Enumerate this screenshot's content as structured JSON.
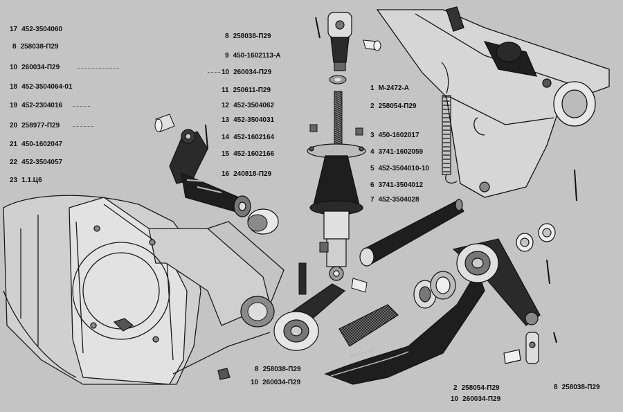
{
  "labels": {
    "l17": {
      "num": "17",
      "part": "452-3504060"
    },
    "l8a": {
      "num": "8",
      "part": "258038-П29"
    },
    "l10a": {
      "num": "10",
      "part": "260034-П29"
    },
    "l18": {
      "num": "18",
      "part": "452-3504064-01"
    },
    "l19": {
      "num": "19",
      "part": "452-2304016"
    },
    "l20": {
      "num": "20",
      "part": "258977-П29"
    },
    "l21": {
      "num": "21",
      "part": "450-1602047"
    },
    "l22": {
      "num": "22",
      "part": "452-3504057"
    },
    "l23": {
      "num": "23",
      "part": "1.1.Ц6"
    },
    "l8b": {
      "num": "8",
      "part": "258038-П29"
    },
    "l9": {
      "num": "9",
      "part": "450-1602113-А"
    },
    "l10b": {
      "num": "10",
      "part": "260034-П29"
    },
    "l11": {
      "num": "11",
      "part": "250611-П29"
    },
    "l12": {
      "num": "12",
      "part": "452-3504062"
    },
    "l13": {
      "num": "13",
      "part": "452-3504031"
    },
    "l14": {
      "num": "14",
      "part": "452-1602164"
    },
    "l15": {
      "num": "15",
      "part": "452-1602166"
    },
    "l16": {
      "num": "16",
      "part": "240818-П29"
    },
    "l1": {
      "num": "1",
      "part": "М-2472-А"
    },
    "l2a": {
      "num": "2",
      "part": "258054-П29"
    },
    "l3": {
      "num": "3",
      "part": "450-1602017"
    },
    "l4": {
      "num": "4",
      "part": "3741-1602059"
    },
    "l5": {
      "num": "5",
      "part": "452-3504010-10"
    },
    "l6": {
      "num": "6",
      "part": "3741-3504012"
    },
    "l7": {
      "num": "7",
      "part": "452-3504028"
    },
    "l8c": {
      "num": "8",
      "part": "258038-П29"
    },
    "l10c": {
      "num": "10",
      "part": "260034-П29"
    },
    "l2b": {
      "num": "2",
      "part": "258054-П29"
    },
    "l10d": {
      "num": "10",
      "part": "260034-П29"
    },
    "l8d": {
      "num": "8",
      "part": "258038-П29"
    }
  },
  "colors": {
    "background": "#c4c4c4",
    "ink": "#111111",
    "part_dark": "#1e1e1e",
    "part_mid": "#6a6a6a",
    "part_light": "#e6e6e6"
  }
}
